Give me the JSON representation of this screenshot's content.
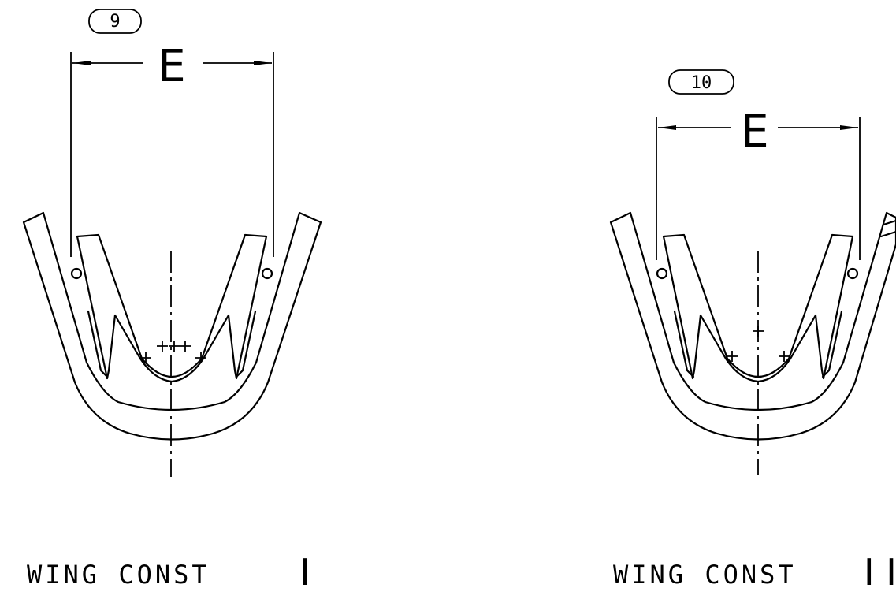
{
  "views": [
    {
      "balloon": "9",
      "dimension": "E",
      "caption_text": "WING CONST",
      "caption_roman": "I"
    },
    {
      "balloon": "10",
      "dimension": "E",
      "caption_text": "WING CONST",
      "caption_roman": "I I"
    }
  ],
  "colors": {
    "line": "#000000",
    "background": "#ffffff"
  }
}
